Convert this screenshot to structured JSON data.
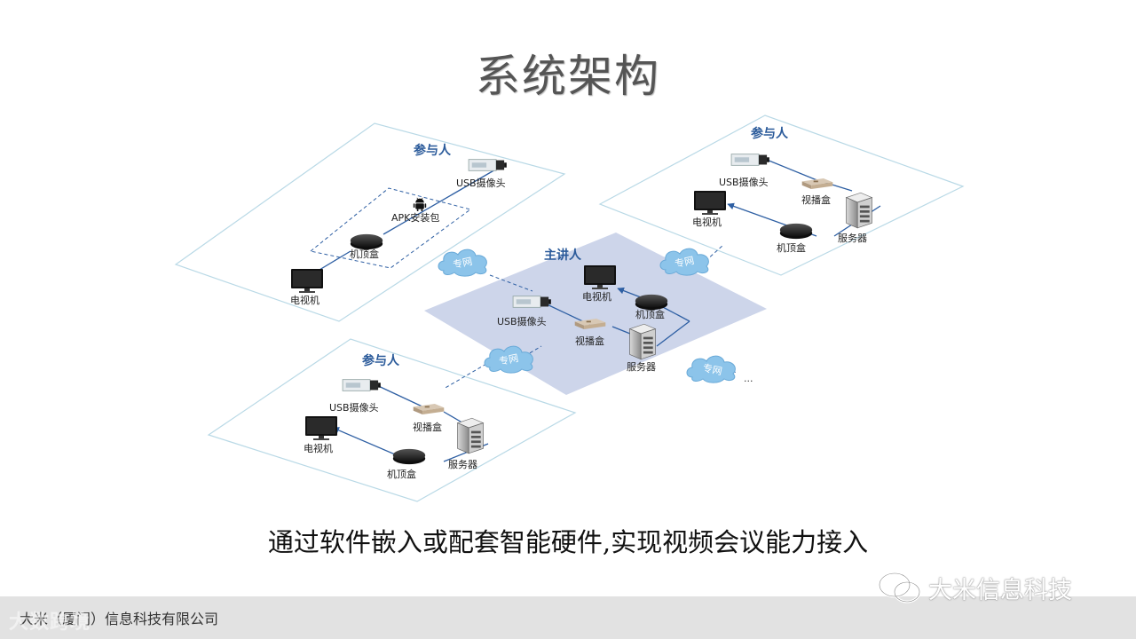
{
  "slide": {
    "title": "系统架构",
    "caption": "通过软件嵌入或配套智能硬件,实现视频会议能力接入",
    "company": "大米（厦门）信息科技有限公司",
    "watermark": "大数跨境",
    "wechat_account": "大米信息科技"
  },
  "diagram": {
    "presenter": {
      "title": "主讲人",
      "labels": {
        "tv": "电视机",
        "stb": "机顶盒",
        "cam": "USB摄像头",
        "vbox": "视播盒",
        "server": "服务器"
      }
    },
    "participant_top_left": {
      "title": "参与人",
      "labels": {
        "cam": "USB摄像头",
        "apk": "APK安装包",
        "stb": "机顶盒",
        "tv": "电视机"
      }
    },
    "participant_top_right": {
      "title": "参与人",
      "labels": {
        "cam": "USB摄像头",
        "vbox": "视播盒",
        "tv": "电视机",
        "stb": "机顶盒",
        "server": "服务器"
      }
    },
    "participant_bottom_left": {
      "title": "参与人",
      "labels": {
        "cam": "USB摄像头",
        "vbox": "视播盒",
        "tv": "电视机",
        "stb": "机顶盒",
        "server": "服务器"
      }
    },
    "cloud_label": "专网",
    "more_label": "...",
    "colors": {
      "line": "#2e5fa3",
      "presenter_fill": "#cdd5ea",
      "cloud": "#8cc4ea",
      "title": "#2a5a9a"
    }
  }
}
